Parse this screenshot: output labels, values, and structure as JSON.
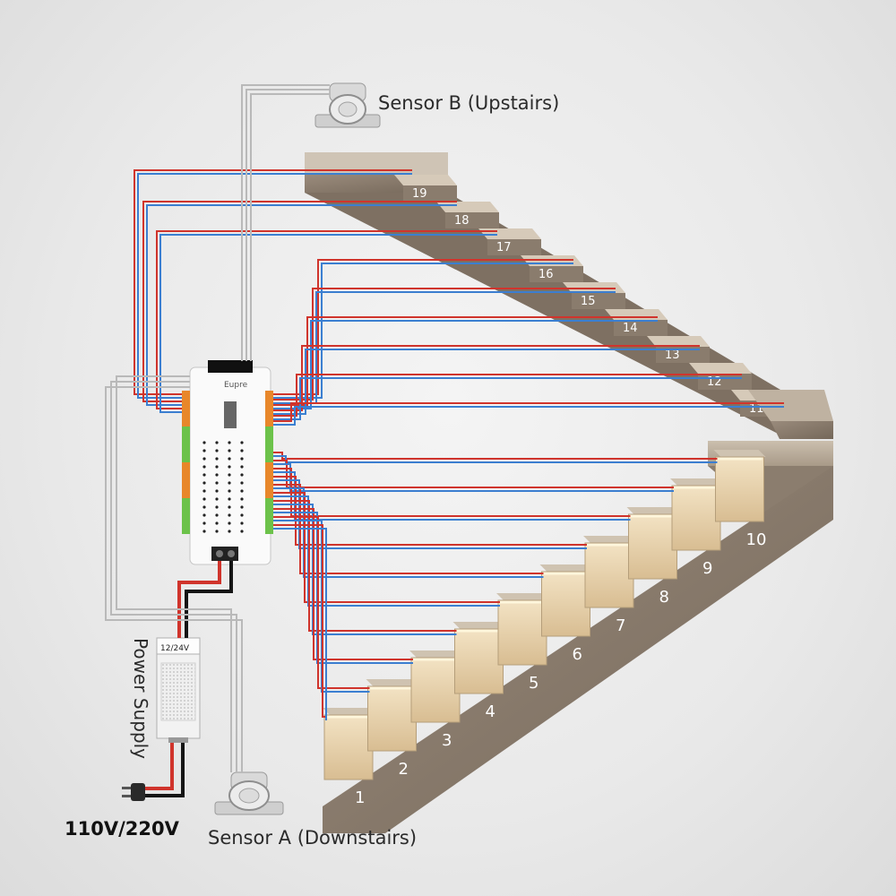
{
  "labels": {
    "sensor_b": "Sensor B (Upstairs)",
    "sensor_a": "Sensor A (Downstairs)",
    "power_supply": "Power Supply",
    "voltage": "110V/220V",
    "psu_rating": "12/24V",
    "controller_brand": "Eupre"
  },
  "steps_lower": [
    "1",
    "2",
    "3",
    "4",
    "5",
    "6",
    "7",
    "8",
    "9",
    "10"
  ],
  "steps_upper": [
    "11",
    "12",
    "13",
    "14",
    "15",
    "16",
    "17",
    "18",
    "19"
  ],
  "colors": {
    "wire_red": "#d0342c",
    "wire_blue": "#3b7fd1",
    "wire_gray": "#b8b8b8",
    "terminal_orange": "#e8872a",
    "terminal_green": "#6cc24a",
    "stone": "#8a7a6a",
    "tread_light": "#e6cfa8"
  }
}
